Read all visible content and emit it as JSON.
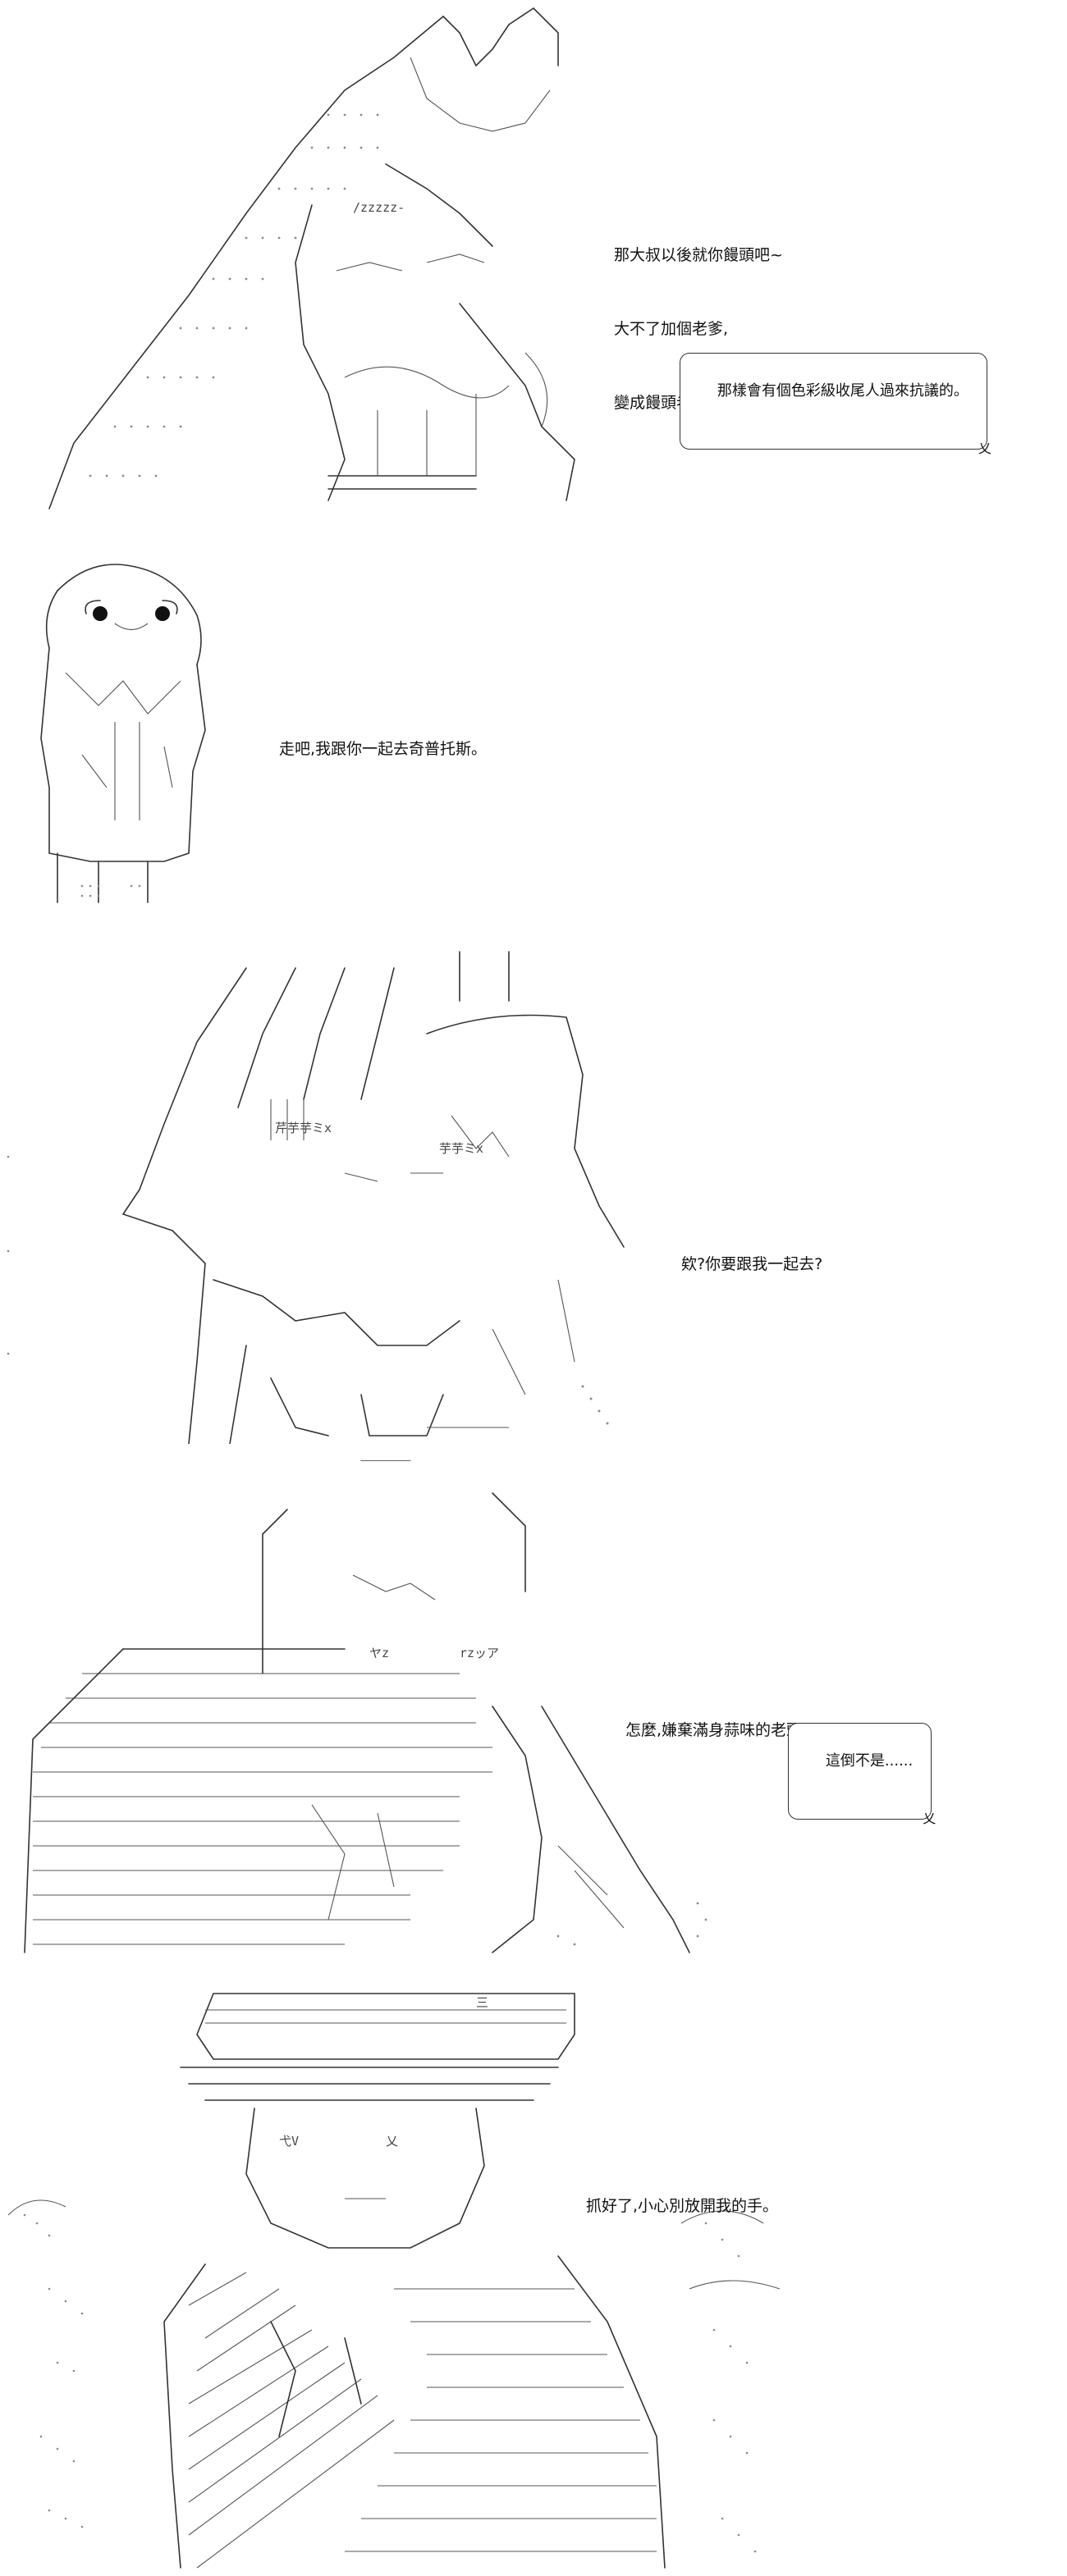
{
  "panels": [
    {
      "dialogue": [
        "那大叔以後就你饅頭吧~",
        "大不了加個老爹,",
        "變成饅頭老爹。"
      ],
      "bubble": "那樣會有個色彩級收尾人過來抗議的。"
    },
    {
      "dialogue": [
        "走吧,我跟你一起去奇普托斯。"
      ]
    },
    {
      "dialogue": [
        "欸?你要跟我一起去?"
      ]
    },
    {
      "dialogue": [
        "怎麼,嫌棄滿身蒜味的老頭子?"
      ],
      "bubble": "這倒不是......"
    },
    {
      "dialogue": [
        "抓好了,小心別放開我的手。"
      ]
    }
  ],
  "ascii_fragments": {
    "p1_zz": "/zzzzz-",
    "p2_face": "(·)(·)",
    "p3_eyes": "芹芋芋ミx",
    "p3_eyes2": "芋芋ミx",
    "p4_sfx1": "ヤz",
    "p4_sfx2": "rzッア",
    "p5_sign": "三",
    "p5_kanji": "弋V",
    "p5_kanji2": "乂"
  }
}
